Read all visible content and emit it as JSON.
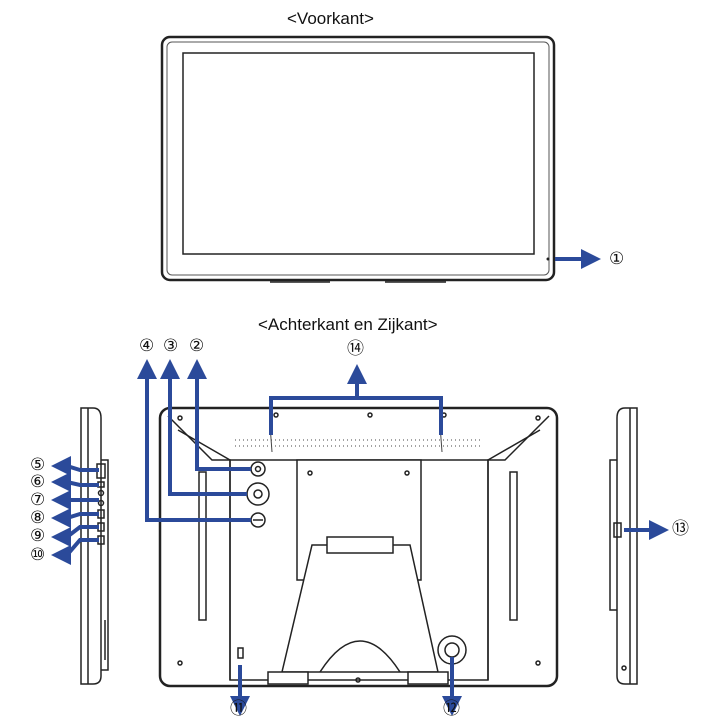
{
  "front": {
    "title": "<Voorkant>"
  },
  "back": {
    "title": "<Achterkant en Zijkant>"
  },
  "callouts": {
    "c1": "①",
    "c2": "②",
    "c3": "③",
    "c4": "④",
    "c5": "⑤",
    "c6": "⑥",
    "c7": "⑦",
    "c8": "⑧",
    "c9": "⑨",
    "c10": "⑩",
    "c11": "⑪",
    "c12": "⑫",
    "c13": "⑬",
    "c14": "⑭"
  },
  "colors": {
    "arrow": "#2b4a9a",
    "outline": "#222222"
  }
}
